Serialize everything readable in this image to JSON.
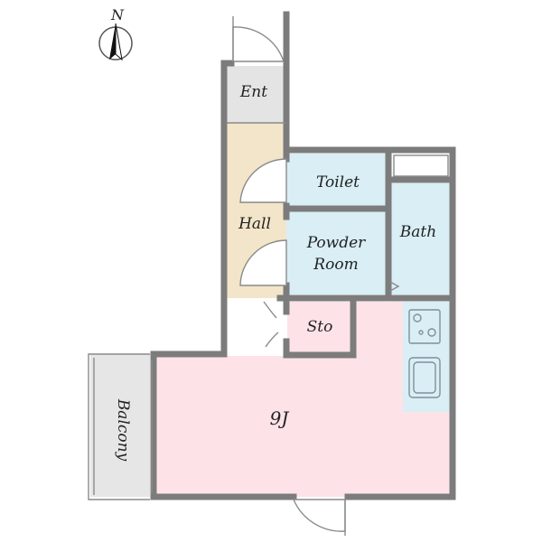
{
  "compass": {
    "north_label": "N"
  },
  "rooms": {
    "entrance": "Ent",
    "hall": "Hall",
    "toilet": "Toilet",
    "powder_room_line1": "Powder",
    "powder_room_line2": "Room",
    "bath": "Bath",
    "storage": "Sto",
    "living": "9J",
    "balcony": "Balcony"
  },
  "colors": {
    "entrance": "#e4e4e4",
    "hall": "#f3e5c9",
    "wet_area": "#d9eef5",
    "storage": "#ffffd0",
    "living": "#fde3e8",
    "balcony": "#e6e6e6",
    "wall": "#7c7c7c"
  }
}
